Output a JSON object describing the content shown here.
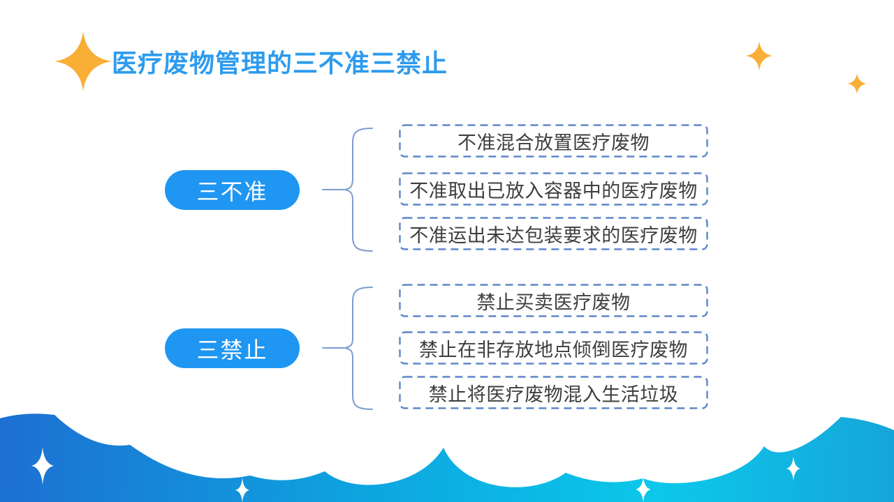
{
  "slide": {
    "title": "医疗废物管理的三不准三禁止"
  },
  "groups": [
    {
      "label": "三不准",
      "items": [
        "不准混合放置医疗废物",
        "不准取出已放入容器中的医疗废物",
        "不准运出未达包装要求的医疗废物"
      ]
    },
    {
      "label": "三禁止",
      "items": [
        "禁止买卖医疗废物",
        "禁止在非存放地点倾倒医疗废物",
        "禁止将医疗废物混入生活垃圾"
      ]
    }
  ],
  "icons": {
    "title_star": "sparkle-4point-yellow",
    "corner_stars": "sparkle-4point-yellow",
    "wave_stars": "sparkle-4point-white"
  },
  "colors": {
    "title_blue": "#2d9bee",
    "pill_blue": "#1e96f2",
    "dash_blue": "#5b87c9",
    "box_text": "#3e3e3e",
    "brace_blue": "#7c9bd2",
    "star_yellow": "#f9ae35",
    "wave_left": "#1d6fd2",
    "wave_mid": "#0da6e0",
    "wave_cyan": "#0cc8ea",
    "wave_right": "#16a5da"
  }
}
